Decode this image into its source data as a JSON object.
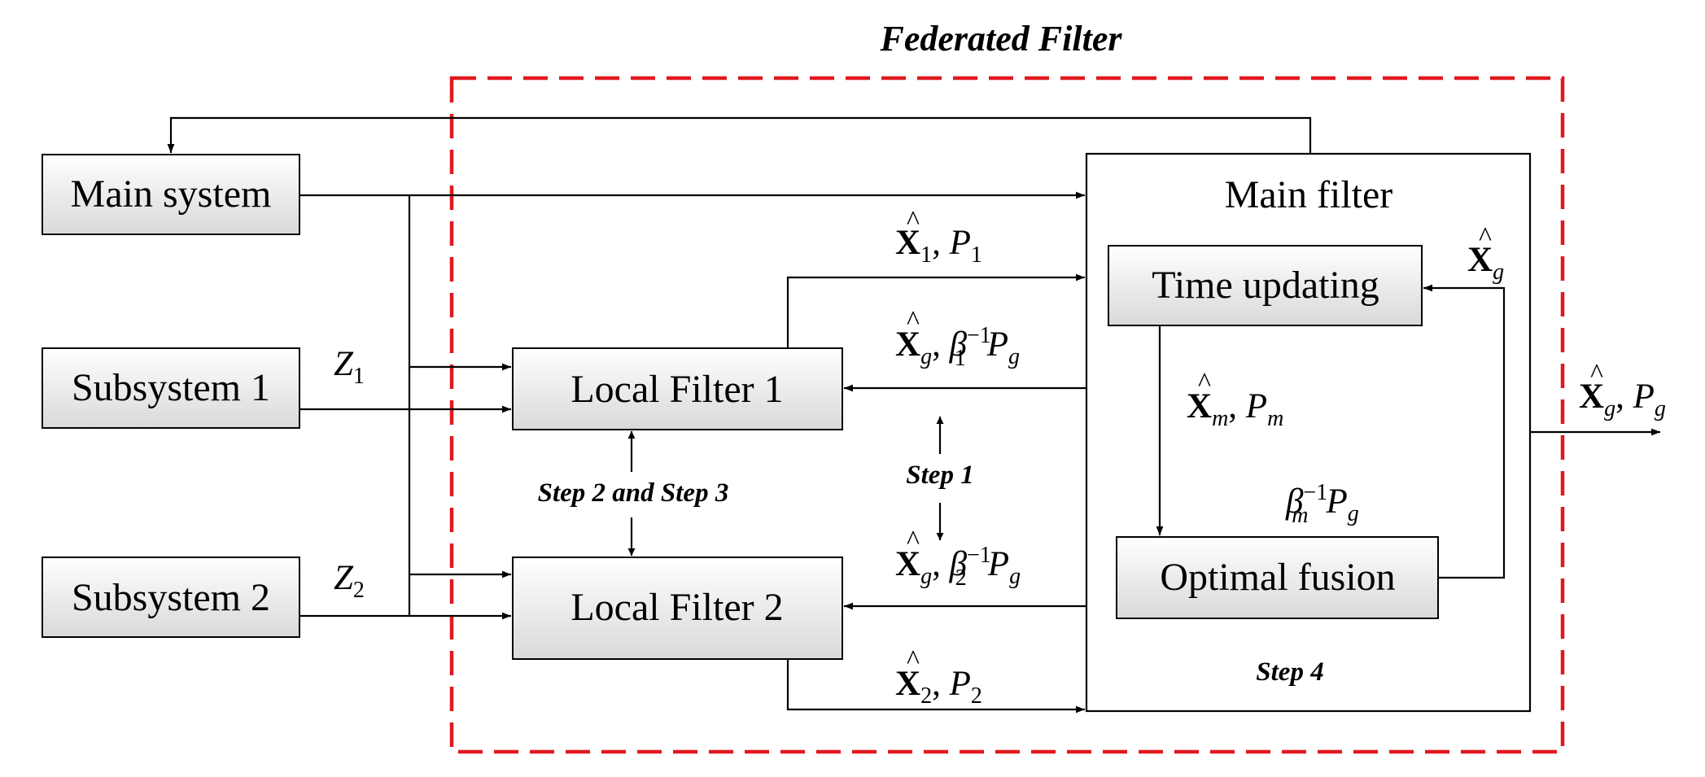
{
  "title": "Federated Filter",
  "colors": {
    "frame": "#e0191f",
    "box_gradient_top": "#ffffff",
    "box_gradient_bottom": "#d9d9d9",
    "stroke": "#000000"
  },
  "boxes": {
    "main_system": "Main system",
    "subsystem_1": "Subsystem 1",
    "subsystem_2": "Subsystem 2",
    "local_filter_1": "Local Filter 1",
    "local_filter_2": "Local Filter 2",
    "main_filter": "Main filter",
    "time_updating": "Time updating",
    "optimal_fusion": "Optimal fusion"
  },
  "steps": {
    "step1": "Step 1",
    "step23": "Step 2 and Step 3",
    "step4": "Step 4"
  },
  "labels": {
    "z1": {
      "var": "Z",
      "sub": "1"
    },
    "z2": {
      "var": "Z",
      "sub": "2"
    },
    "x1p1": {
      "x": "X",
      "xsub": "1",
      "p": "P",
      "psub": "1"
    },
    "x2p2": {
      "x": "X",
      "xsub": "2",
      "p": "P",
      "psub": "2"
    },
    "xmpm": {
      "x": "X",
      "xsub": "m",
      "p": "P",
      "psub": "m"
    },
    "xg_top": {
      "x": "X",
      "xsub": "g"
    },
    "xgpg_out": {
      "x": "X",
      "xsub": "g",
      "p": "P",
      "psub": "g"
    },
    "beta1": {
      "x": "X",
      "xsub": "g",
      "beta": "β",
      "bsub": "1",
      "bsup": "−1",
      "p": "P",
      "psub": "g"
    },
    "beta2": {
      "x": "X",
      "xsub": "g",
      "beta": "β",
      "bsub": "2",
      "bsup": "−1",
      "p": "P",
      "psub": "g"
    },
    "betam": {
      "beta": "β",
      "bsub": "m",
      "bsup": "−1",
      "p": "P",
      "psub": "g"
    },
    "hat": "^"
  }
}
